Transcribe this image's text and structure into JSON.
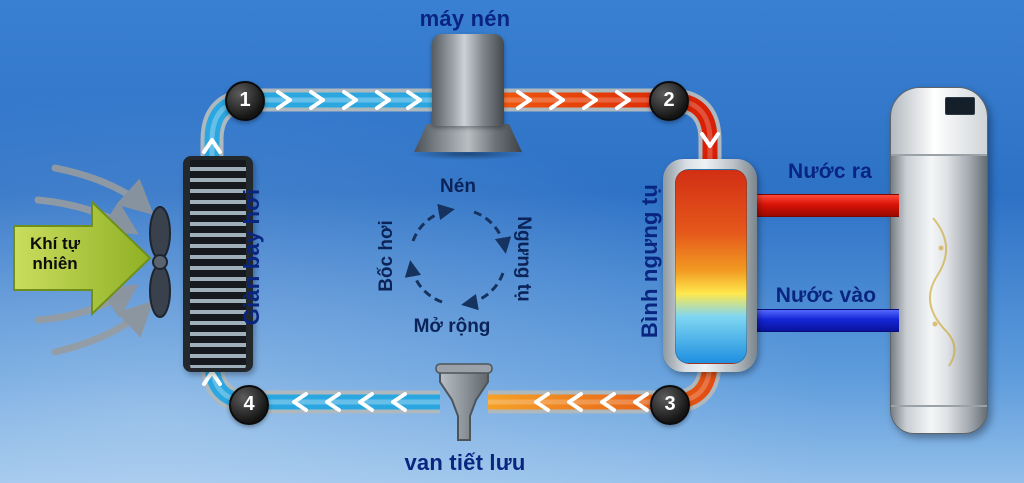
{
  "labels": {
    "compressor": "máy nén",
    "evaporator": "Giàn bay hơi",
    "condenser": "Bình ngưng tụ",
    "expansion_valve": "van tiết lưu",
    "water_out": "Nước ra",
    "water_in": "Nước vào",
    "natural_air": "Khí tự nhiên"
  },
  "cycle": {
    "top": "Nén",
    "right": "Ngưng tụ",
    "bottom": "Mở rộng",
    "left": "Bốc hơi"
  },
  "numbers": [
    "1",
    "2",
    "3",
    "4"
  ],
  "colors": {
    "cold_pipe": "#2aa7e0",
    "hot_pipe": "#d81e04",
    "warm_pipe": "#f6a428",
    "label_navy": "#0a2580",
    "air_arrow_green": "#9db92e",
    "water_out_pipe": "#d91307",
    "water_in_pipe": "#1426d8"
  }
}
